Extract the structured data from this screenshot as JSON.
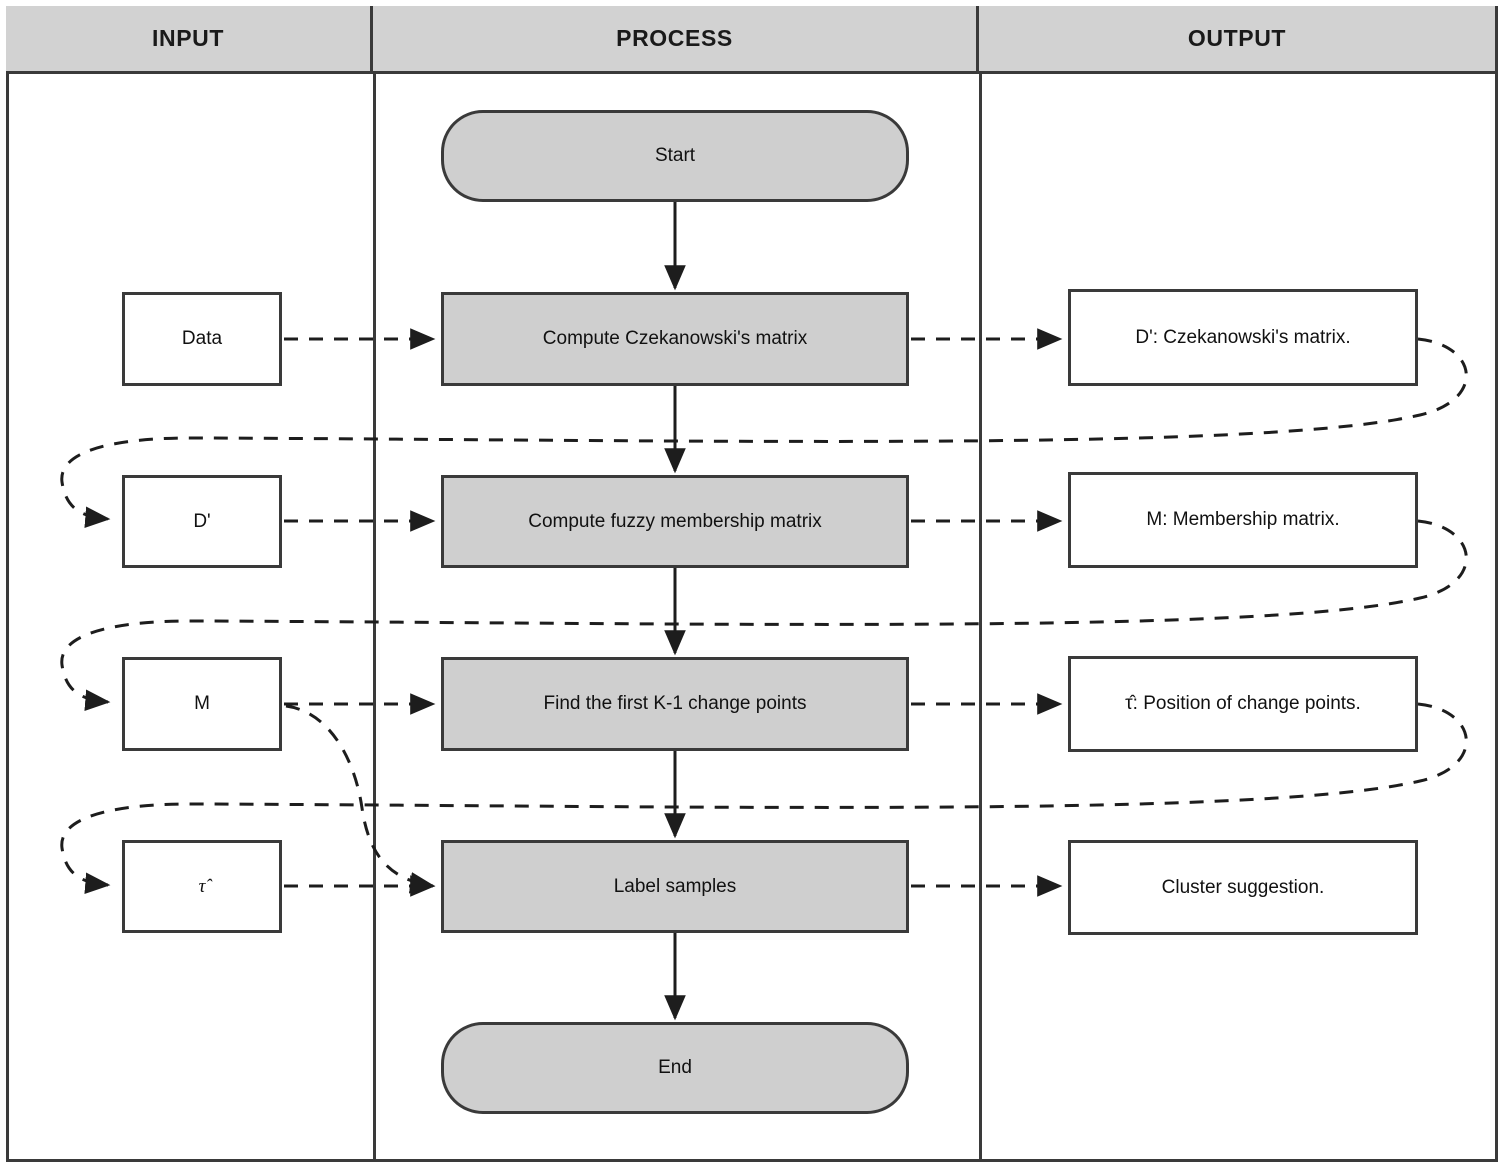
{
  "diagram": {
    "title": "Czekanowski fuzzy clustering flowchart",
    "type": "swimlane-flowchart",
    "colors": {
      "header_fill": "#d2d2d2",
      "process_fill": "#cfcfcf",
      "io_fill": "#ffffff",
      "stroke": "#3a3a3a",
      "text": "#111111"
    }
  },
  "lanes": [
    {
      "id": "input",
      "label": "INPUT"
    },
    {
      "id": "process",
      "label": "PROCESS"
    },
    {
      "id": "output",
      "label": "OUTPUT"
    }
  ],
  "process_nodes": [
    {
      "id": "start",
      "shape": "terminal",
      "label": "Start"
    },
    {
      "id": "proc1",
      "shape": "process",
      "label": "Compute Czekanowski's matrix"
    },
    {
      "id": "proc2",
      "shape": "process",
      "label": "Compute fuzzy membership matrix"
    },
    {
      "id": "proc3",
      "shape": "process",
      "label": "Find the first K-1 change points"
    },
    {
      "id": "proc4",
      "shape": "process",
      "label": "Label samples"
    },
    {
      "id": "end",
      "shape": "terminal",
      "label": "End"
    }
  ],
  "input_nodes": [
    {
      "id": "in1",
      "label": "Data",
      "math": false
    },
    {
      "id": "in2",
      "label": "D'",
      "math": false
    },
    {
      "id": "in3",
      "label": "M",
      "math": false
    },
    {
      "id": "in4",
      "label": "τ̂",
      "math": true
    }
  ],
  "output_nodes": [
    {
      "id": "out1",
      "label": "D': Czekanowski's matrix.",
      "math": false
    },
    {
      "id": "out2",
      "label": "M: Membership matrix.",
      "math": false
    },
    {
      "id": "out3",
      "label": "τ̂: Position of change points.",
      "math": true
    },
    {
      "id": "out4",
      "label": "Cluster suggestion.",
      "math": false
    }
  ],
  "connections": {
    "flow": [
      {
        "from": "start",
        "to": "proc1",
        "style": "solid"
      },
      {
        "from": "proc1",
        "to": "proc2",
        "style": "solid"
      },
      {
        "from": "proc2",
        "to": "proc3",
        "style": "solid"
      },
      {
        "from": "proc3",
        "to": "proc4",
        "style": "solid"
      },
      {
        "from": "proc4",
        "to": "end",
        "style": "solid"
      }
    ],
    "inputs": [
      {
        "from": "in1",
        "to": "proc1",
        "style": "dashed"
      },
      {
        "from": "in2",
        "to": "proc2",
        "style": "dashed"
      },
      {
        "from": "in3",
        "to": "proc3",
        "style": "dashed"
      },
      {
        "from": "in4",
        "to": "proc4",
        "style": "dashed"
      },
      {
        "from": "in3",
        "to": "proc4",
        "style": "dashed-curve"
      }
    ],
    "outputs": [
      {
        "from": "proc1",
        "to": "out1",
        "style": "dashed"
      },
      {
        "from": "proc2",
        "to": "out2",
        "style": "dashed"
      },
      {
        "from": "proc3",
        "to": "out3",
        "style": "dashed"
      },
      {
        "from": "proc4",
        "to": "out4",
        "style": "dashed"
      }
    ],
    "feedback": [
      {
        "from": "out1",
        "to": "in2",
        "style": "dashed-curve"
      },
      {
        "from": "out2",
        "to": "in3",
        "style": "dashed-curve"
      },
      {
        "from": "out3",
        "to": "in4",
        "style": "dashed-curve"
      }
    ]
  }
}
